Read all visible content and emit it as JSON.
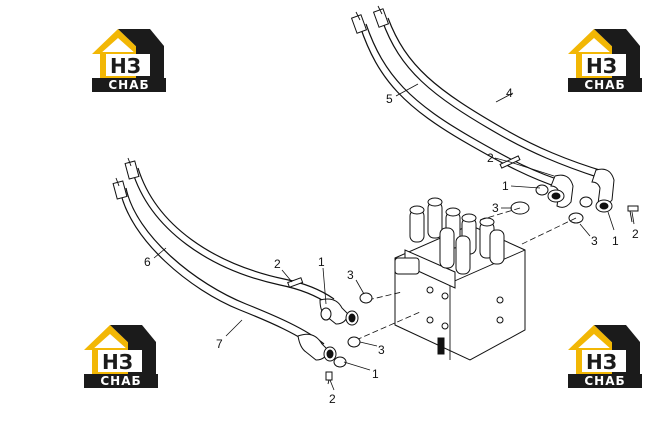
{
  "diagram": {
    "callouts": [
      {
        "id": "c4",
        "label": "4"
      },
      {
        "id": "c5",
        "label": "5"
      },
      {
        "id": "c2-top",
        "label": "2"
      },
      {
        "id": "c1-top",
        "label": "1"
      },
      {
        "id": "c3-top",
        "label": "3"
      },
      {
        "id": "c3-right",
        "label": "3"
      },
      {
        "id": "c1-right",
        "label": "1"
      },
      {
        "id": "c2-right",
        "label": "2"
      },
      {
        "id": "c6",
        "label": "6"
      },
      {
        "id": "c2-mid",
        "label": "2"
      },
      {
        "id": "c1-mid",
        "label": "1"
      },
      {
        "id": "c3-mid",
        "label": "3"
      },
      {
        "id": "c7",
        "label": "7"
      },
      {
        "id": "c3-low",
        "label": "3"
      },
      {
        "id": "c1-low",
        "label": "1"
      },
      {
        "id": "c2-low",
        "label": "2"
      }
    ]
  },
  "watermarks": [
    {
      "id": "wm-top-left",
      "mark": "НЗ",
      "name": "СНАБ"
    },
    {
      "id": "wm-top-right",
      "mark": "НЗ",
      "name": "СНАБ"
    },
    {
      "id": "wm-bottom-left",
      "mark": "НЗ",
      "name": "СНАБ"
    },
    {
      "id": "wm-bottom-right",
      "mark": "НЗ",
      "name": "СНАБ"
    }
  ],
  "colors": {
    "logo_yellow": "#f2b705",
    "logo_dark": "#1b1b1b",
    "line": "#111111"
  }
}
